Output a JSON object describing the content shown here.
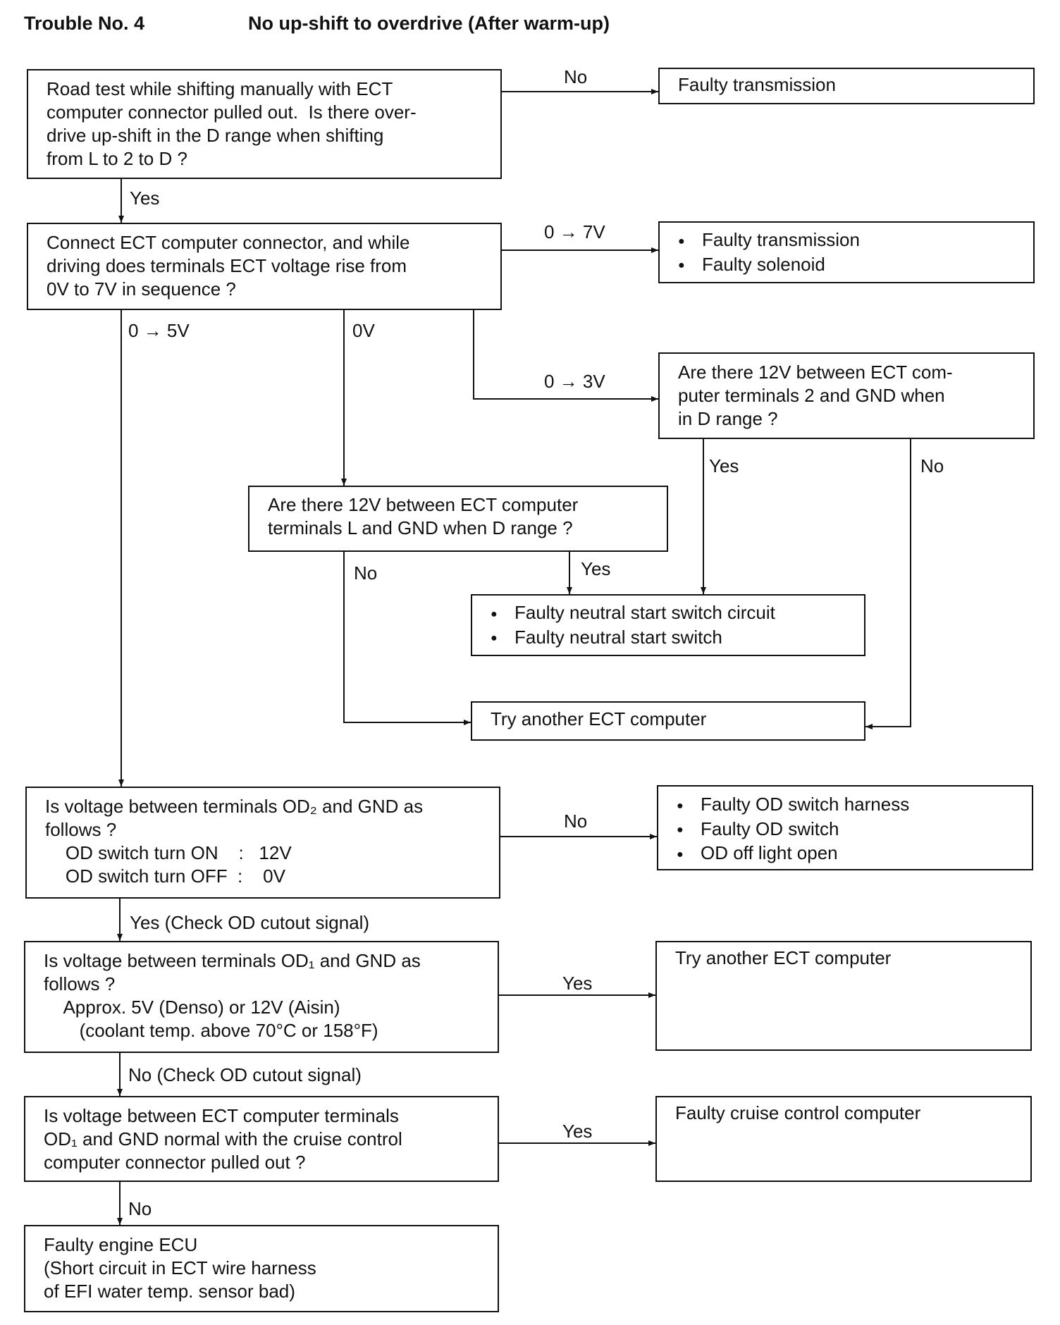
{
  "header": {
    "trouble_no": "Trouble No. 4",
    "title": "No up-shift to overdrive (After warm-up)"
  },
  "boxes": {
    "road_test": [
      "Road test while shifting manually with ECT",
      "computer connector pulled out.  Is there over-",
      "drive up-shift in the D range when shifting",
      "from L to 2 to D ?"
    ],
    "faulty_transmission": [
      "Faulty transmission"
    ],
    "connect_ect": [
      "Connect ECT computer connector, and while",
      "driving does terminals ECT voltage rise from",
      "0V to 7V in sequence ?"
    ],
    "trans_solenoid": [
      "Faulty transmission",
      "Faulty solenoid"
    ],
    "check_term2": [
      "Are there 12V between ECT com-",
      "puter terminals 2 and GND when",
      "in D range ?"
    ],
    "check_termL": [
      "Are there 12V between ECT computer",
      "terminals L and GND when D range ?"
    ],
    "neutral_switch": [
      "Faulty neutral start switch circuit",
      "Faulty neutral start switch"
    ],
    "try_ect_1": [
      "Try another ECT computer"
    ],
    "od2_check": [
      "Is voltage between terminals OD₂ and GND as",
      "follows ?",
      "    OD switch turn ON    :   12V",
      "    OD switch turn OFF  :    0V"
    ],
    "od_faults": [
      "Faulty OD switch harness",
      "Faulty OD switch",
      "OD off light open"
    ],
    "od1_check": [
      "Is voltage between terminals OD₁ and GND as",
      "follows ?",
      "    Approx. 5V (Denso) or 12V (Aisin)",
      "       (coolant temp. above 70°C or 158°F)"
    ],
    "try_ect_2": [
      "Try another ECT computer"
    ],
    "cruise_check": [
      "Is voltage between ECT computer terminals",
      "OD₁ and GND normal with the cruise control",
      "computer connector pulled out ?"
    ],
    "faulty_cruise": [
      "Faulty cruise control computer"
    ],
    "faulty_ecu": [
      "Faulty engine ECU",
      "(Short circuit in ECT wire harness",
      "of EFI water temp. sensor bad)"
    ]
  },
  "labels": {
    "no_1": "No",
    "yes_1": "Yes",
    "v0_7": "0 → 7V",
    "v0_5": "0 → 5V",
    "v0": "0V",
    "v0_3": "0 → 3V",
    "yes_2": "Yes",
    "no_2": "No",
    "no_3": "No",
    "yes_3": "Yes",
    "no_4": "No",
    "yes_od": "Yes (Check OD cutout signal)",
    "yes_4": "Yes",
    "no_od": "No (Check OD cutout signal)",
    "yes_5": "Yes",
    "no_5": "No"
  },
  "bullet_symbol": "●"
}
